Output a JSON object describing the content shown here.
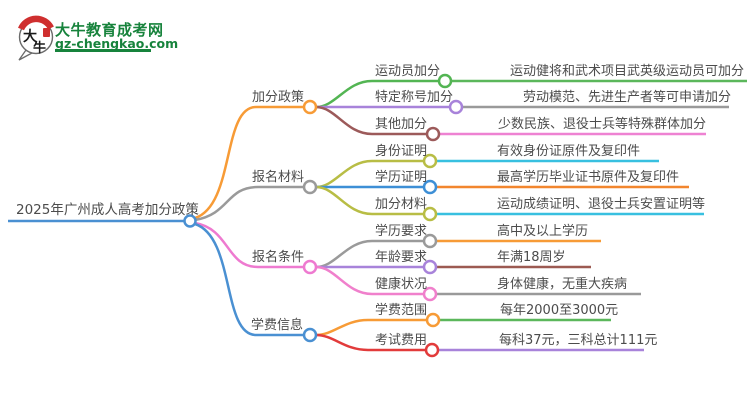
{
  "page": {
    "background": "#ffffff"
  },
  "logo": {
    "title": "大牛教育成考网",
    "domain": "gz-chengkao.com",
    "icon_char_top": "大",
    "icon_char_bottom": "牛",
    "brand_color": "#17833c",
    "seal_color": "#cf2f2f"
  },
  "mindmap": {
    "root": {
      "label": "2025年广州成人高考加分政策",
      "color": "#4a90d2"
    },
    "branches": [
      {
        "label": "加分政策",
        "color": "#f79b36",
        "children": [
          {
            "label": "运动员加分",
            "branch_color": "#53b553",
            "leaf_color": "#5bb75b",
            "desc": "运动健将和武术项目武英级运动员可加分"
          },
          {
            "label": "特定称号加分",
            "branch_color": "#a883da",
            "leaf_color": "#9a9a9a",
            "desc": "劳动模范、先进生产者等可申请加分"
          },
          {
            "label": "其他加分",
            "branch_color": "#9c5a5a",
            "leaf_color": "#ee82d2",
            "desc": "少数民族、退役士兵等特殊群体加分"
          }
        ]
      },
      {
        "label": "报名材料",
        "color": "#9a9a9a",
        "children": [
          {
            "label": "身份证明",
            "branch_color": "#b8bd45",
            "leaf_color": "#38c0e0",
            "desc": "有效身份证原件及复印件"
          },
          {
            "label": "学历证明",
            "branch_color": "#3d8fd6",
            "leaf_color": "#f2862e",
            "desc": "最高学历毕业证书原件及复印件"
          },
          {
            "label": "加分材料",
            "branch_color": "#b8bd45",
            "leaf_color": "#38c0e0",
            "desc": "运动成绩证明、退役士兵安置证明等"
          }
        ]
      },
      {
        "label": "报名条件",
        "color": "#ee7ad0",
        "children": [
          {
            "label": "学历要求",
            "branch_color": "#9a9a9a",
            "leaf_color": "#f79b36",
            "desc": "高中及以上学历"
          },
          {
            "label": "年龄要求",
            "branch_color": "#a883da",
            "leaf_color": "#9c5a52",
            "desc": "年满18周岁"
          },
          {
            "label": "健康状况",
            "branch_color": "#f080cc",
            "leaf_color": "#9a9a9a",
            "desc": "身体健康，无重大疾病"
          }
        ]
      },
      {
        "label": "学费信息",
        "color": "#4a90d2",
        "children": [
          {
            "label": "学费范围",
            "branch_color": "#f79b36",
            "leaf_color": "#5bb75b",
            "desc": "每年2000至3000元"
          },
          {
            "label": "考试费用",
            "branch_color": "#e23b3b",
            "leaf_color": "#a883da",
            "desc": "每科37元，三科总计111元"
          }
        ]
      }
    ]
  }
}
